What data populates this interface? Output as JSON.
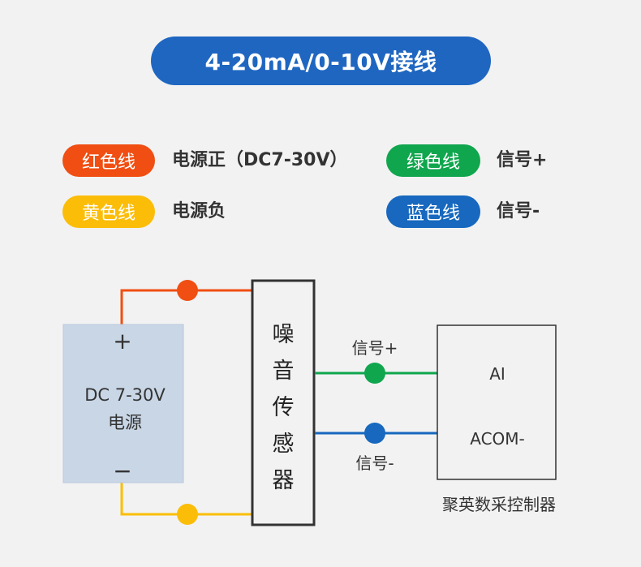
{
  "title": "4-20mA/0-10V接线",
  "legend": [
    {
      "label": "红色线",
      "desc": "电源正（DC7-30V）",
      "color": "#f04e12"
    },
    {
      "label": "绿色线",
      "desc": "信号+",
      "color": "#10a64e"
    },
    {
      "label": "黄色线",
      "desc": "电源负",
      "color": "#fbbd08"
    },
    {
      "label": "蓝色线",
      "desc": "信号-",
      "color": "#1768be"
    }
  ],
  "diagram": {
    "power": {
      "plus": "+",
      "minus": "−",
      "line1": "DC 7-30V",
      "line2": "电源"
    },
    "sensor": {
      "chars": [
        "噪",
        "音",
        "传",
        "感",
        "器"
      ]
    },
    "signal_plus": "信号+",
    "signal_minus": "信号-",
    "controller": {
      "ai": "AI",
      "acom": "ACOM-",
      "caption": "聚英数采控制器"
    }
  },
  "colors": {
    "red": "#f04e12",
    "green": "#10a64e",
    "yellow": "#fbbd08",
    "blue": "#1768be",
    "power_box": "#c9d6e6",
    "title_bg": "#1f66c1"
  }
}
